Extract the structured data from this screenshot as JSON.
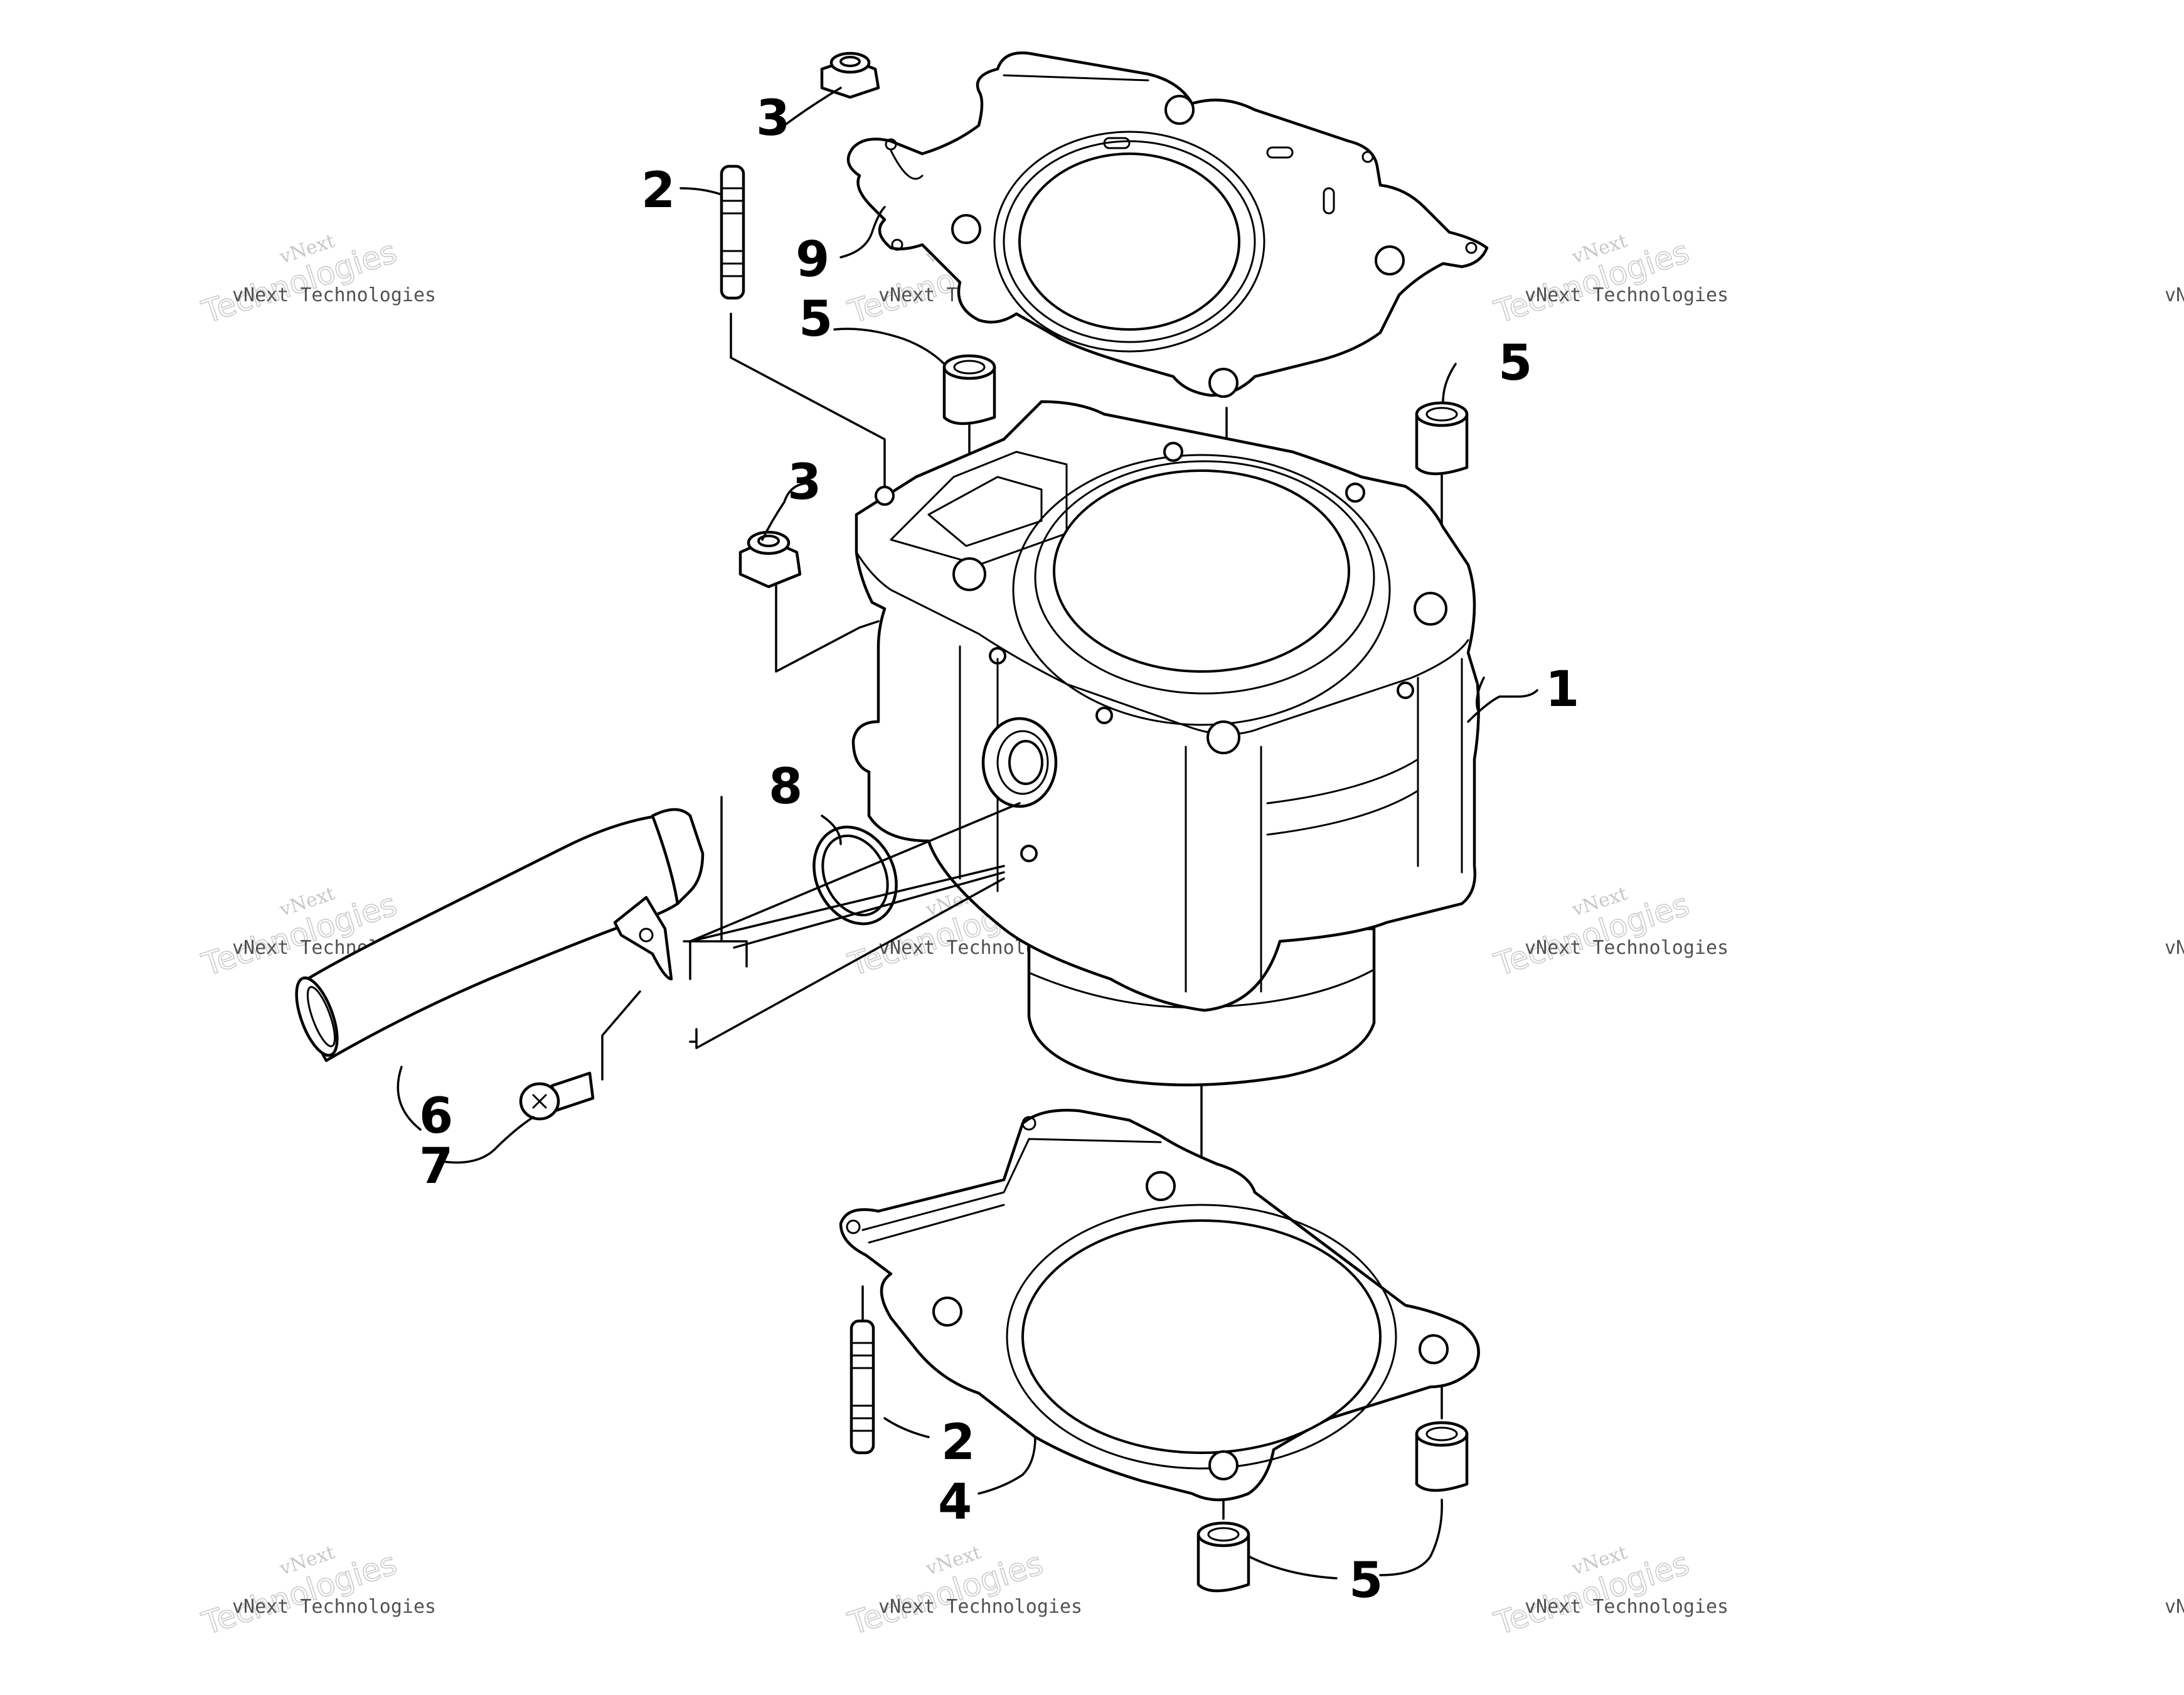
{
  "callouts": {
    "c1": "1",
    "c2_top": "2",
    "c2_bottom": "2",
    "c3_top": "3",
    "c3_mid": "3",
    "c4": "4",
    "c5_a": "5",
    "c5_b": "5",
    "c5_c": "5",
    "c6": "6",
    "c7": "7",
    "c8": "8",
    "c9": "9"
  },
  "watermark": {
    "word1": "vNext",
    "word2": "Technologies",
    "line": "vNext Technologies"
  }
}
